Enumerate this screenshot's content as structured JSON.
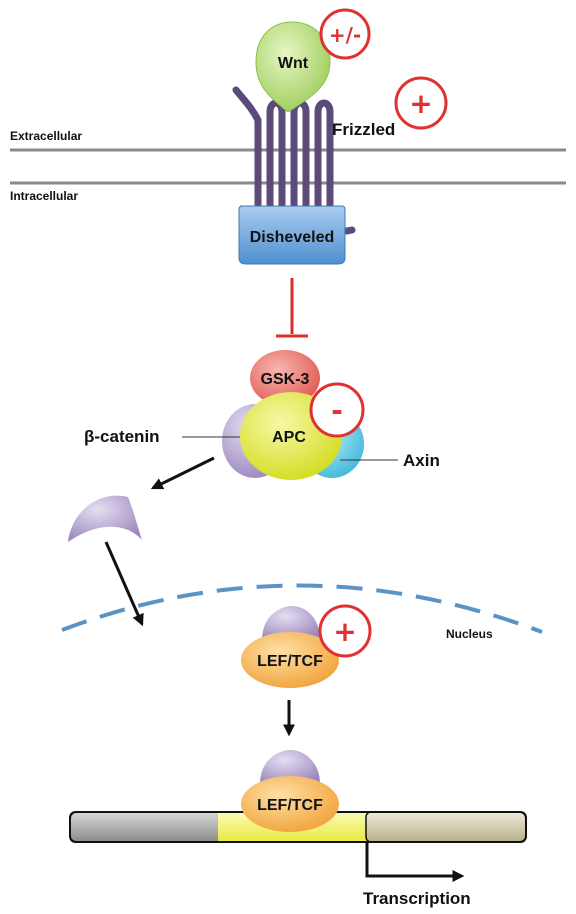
{
  "labels": {
    "wnt": "Wnt",
    "frizzled": "Frizzled",
    "extracellular": "Extracellular",
    "intracellular": "Intracellular",
    "disheveled": "Disheveled",
    "gsk3": "GSK-3",
    "apc": "APC",
    "beta_catenin": "β-catenin",
    "axin": "Axin",
    "nucleus": "Nucleus",
    "lef_tcf_1": "LEF/TCF",
    "lef_tcf_2": "LEF/TCF",
    "transcription": "Transcription"
  },
  "signs": {
    "wnt": "+/-",
    "frizzled": "+",
    "apc": "-",
    "lef_tcf": "+"
  },
  "colors": {
    "membrane": "#8a8a8a",
    "receptor": "#5b4a7a",
    "inhibition": "#d9302a",
    "sign_circle": "#e03030",
    "nucleus_membrane": "#5b93c4",
    "gene_promoter": "#f4f26a"
  }
}
